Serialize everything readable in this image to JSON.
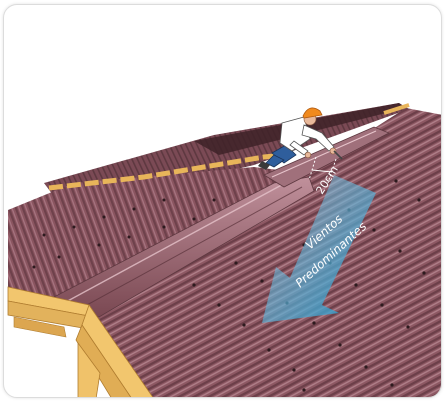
{
  "illustration": {
    "measurement_label": "20cm",
    "wind_label_line1": "Vientos",
    "wind_label_line2": "Predominantes"
  },
  "colors": {
    "roof_sheet": "#8a5560",
    "roof_sheet_dark": "#5e3840",
    "roof_sheet_light": "#b58791",
    "timber": "#f2c66e",
    "timber_dark": "#c9913a",
    "arrow": "#1e8fc0",
    "helmet": "#f08a1e"
  }
}
